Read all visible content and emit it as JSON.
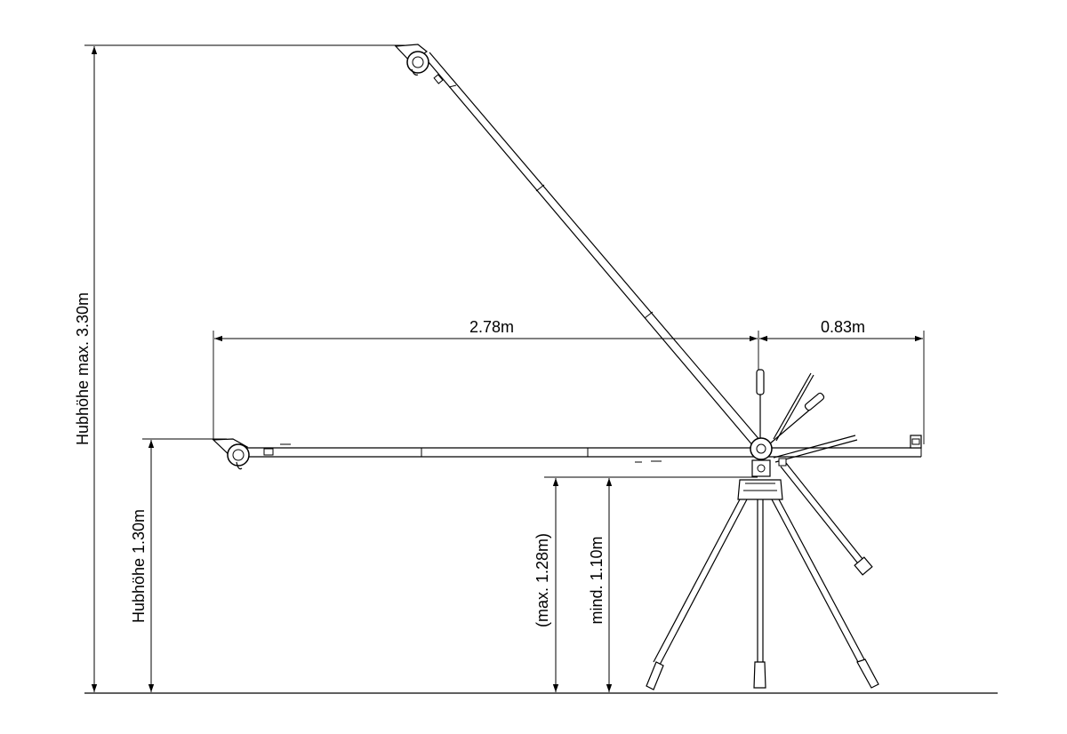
{
  "labels": {
    "horizontal_boom_length": "2.78m",
    "counterweight_arm_length": "0.83m",
    "max_lift_height": "Hubhöhe max. 3.30m",
    "lift_height_level": "Hubhöhe 1.30m",
    "tripod_max_height": "(max. 1.28m)",
    "tripod_min_height": "mind. 1.10m"
  },
  "colors": {
    "line": "#000000",
    "background": "#ffffff"
  }
}
